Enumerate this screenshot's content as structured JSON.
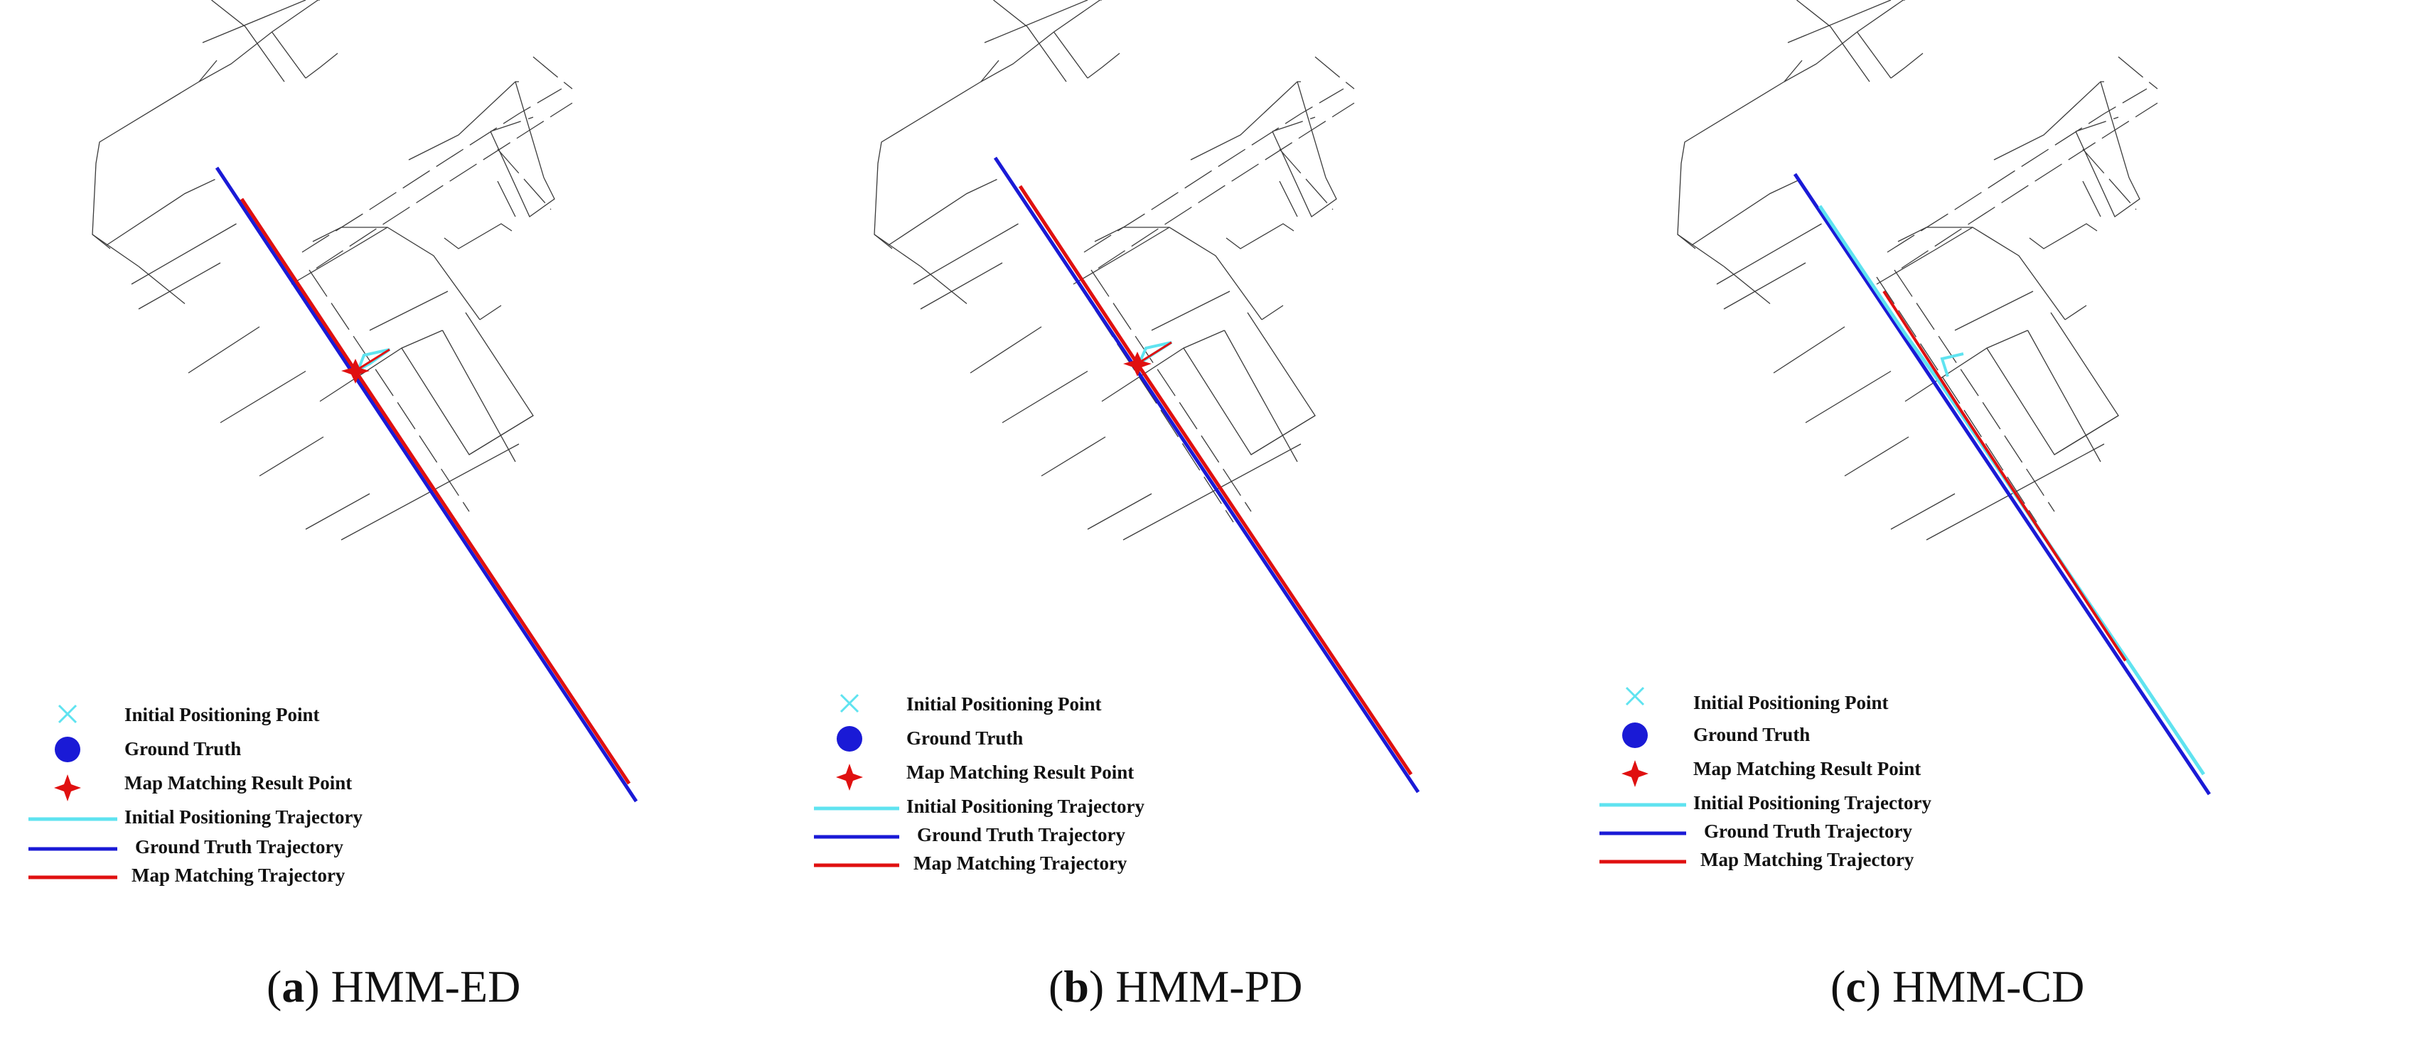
{
  "figure": {
    "panels": [
      {
        "label": "a",
        "method": "HMM-ED"
      },
      {
        "label": "b",
        "method": "HMM-PD"
      },
      {
        "label": "c",
        "method": "HMM-CD"
      }
    ],
    "legend": {
      "initial_point": "Initial Positioning Point",
      "ground_truth": "Ground Truth",
      "map_matching_point": "Map Matching Result Point",
      "initial_trajectory": "Initial Positioning Trajectory",
      "ground_truth_trajectory": "Ground Truth Trajectory",
      "map_matching_trajectory": "Map Matching Trajectory"
    },
    "colors": {
      "road_network": "#3a3a3a",
      "initial_positioning": "#5fe3f0",
      "ground_truth": "#1a1ad6",
      "map_matching": "#e01010"
    },
    "icons": {
      "initial_point": "cross-marker-icon",
      "ground_truth": "filled-circle-icon",
      "map_matching_point": "four-point-star-icon"
    }
  }
}
